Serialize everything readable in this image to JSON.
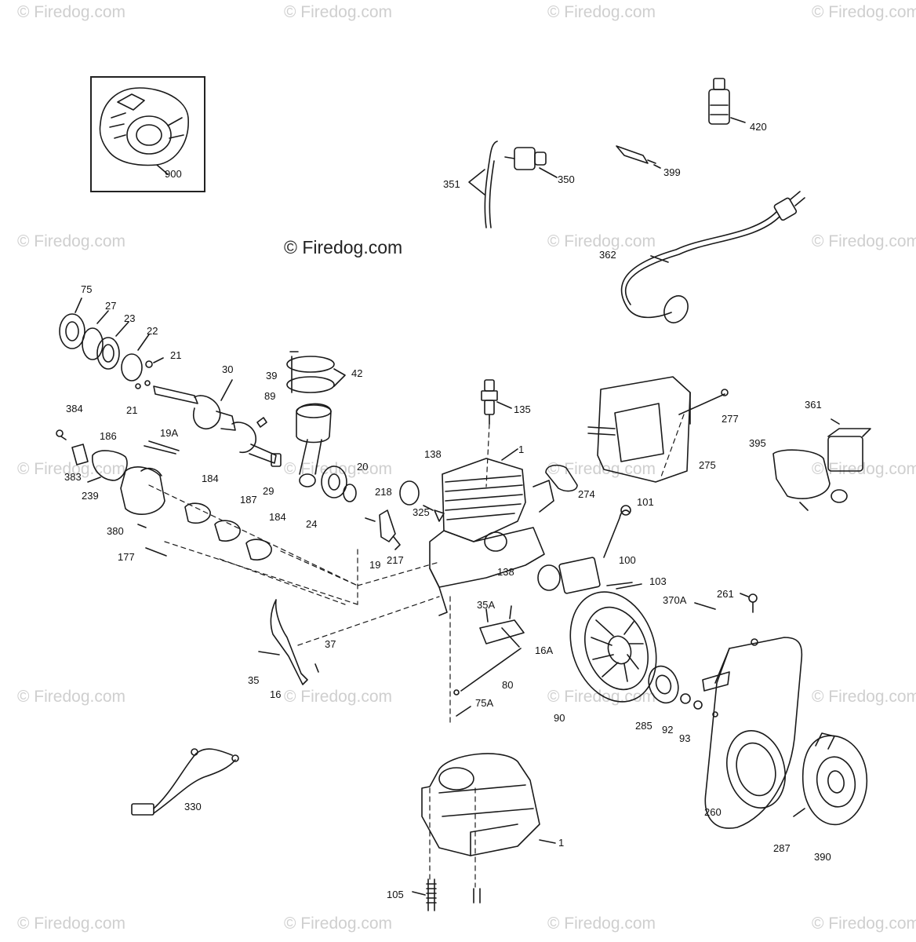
{
  "watermark": "© Firedog.com",
  "center_watermark": "© Firedog.com",
  "labels": [
    "900",
    "351",
    "350",
    "399",
    "420",
    "362",
    "75",
    "27",
    "23",
    "22",
    "21",
    "21",
    "30",
    "39",
    "42",
    "89",
    "384",
    "186",
    "19A",
    "383",
    "239",
    "380",
    "177",
    "184",
    "187",
    "184",
    "29",
    "24",
    "20",
    "138",
    "135",
    "1",
    "277",
    "275",
    "274",
    "361",
    "395",
    "218",
    "325",
    "19",
    "217",
    "101",
    "100",
    "103",
    "138",
    "35A",
    "16A",
    "37",
    "35",
    "16",
    "80",
    "75A",
    "90",
    "285",
    "92",
    "93",
    "261",
    "370A",
    "260",
    "287",
    "390",
    "330",
    "105",
    "1"
  ]
}
